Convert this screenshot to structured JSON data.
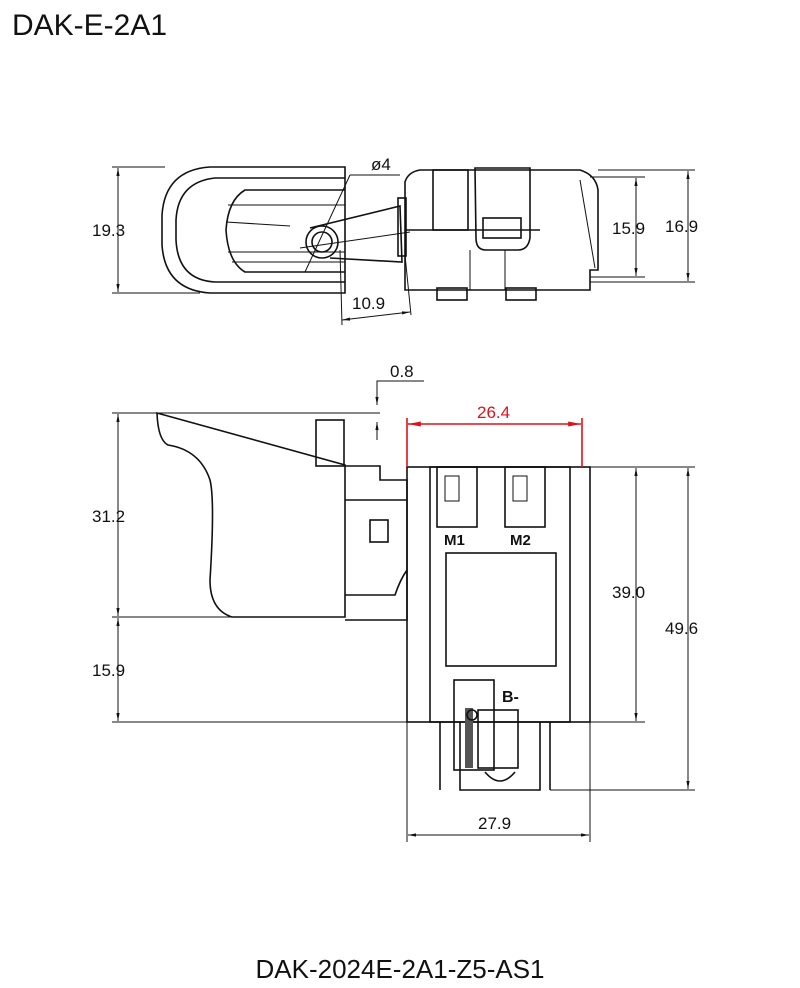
{
  "title": "DAK-E-2A1",
  "model": "DAK-2024E-2A1-Z5-AS1",
  "top_view": {
    "dim_height": "19.3",
    "dim_diameter": "ø4",
    "dim_offset": "10.9",
    "dim_body_inner": "15.9",
    "dim_body_outer": "16.9"
  },
  "front_view": {
    "dim_gap": "0.8",
    "dim_width_top": "26.4",
    "dim_trigger_height": "31.2",
    "dim_lower": "15.9",
    "dim_body_height": "39.0",
    "dim_total_height": "49.6",
    "dim_width_bottom": "27.9",
    "label_m1": "M1",
    "label_m2": "M2",
    "label_b": "B-"
  },
  "colors": {
    "line": "#111111",
    "highlight": "#e0101a"
  }
}
